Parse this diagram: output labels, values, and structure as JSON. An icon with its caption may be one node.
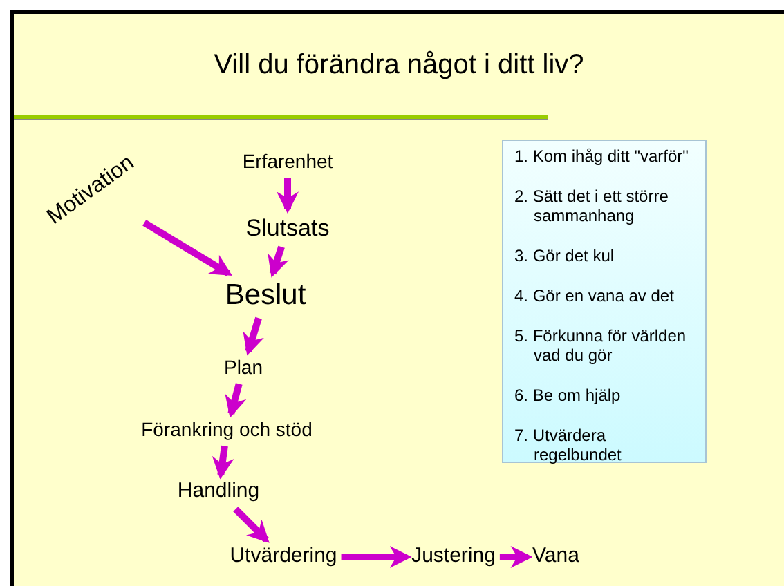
{
  "diagram": {
    "title": "Vill du förändra något i ditt liv?",
    "nodes": [
      {
        "text": [
          "Erfarenhet"
        ]
      },
      {
        "text": [
          "Motivation"
        ]
      },
      {
        "text": [
          "Slutsats"
        ]
      },
      {
        "text": [
          "Beslut"
        ]
      },
      {
        "text": [
          "Plan"
        ]
      },
      {
        "text": [
          "Förankring och stöd"
        ]
      },
      {
        "text": [
          "Handling"
        ]
      },
      {
        "text": [
          "Utvärdering"
        ]
      },
      {
        "text": [
          "Justering"
        ]
      },
      {
        "text": [
          "Vana"
        ]
      },
      {
        "text": [
          "1. Kom ihåg ditt \"varför\"",
          "2. Sätt det i ett större sammanhang",
          "3. Gör det kul",
          "4. Gör en vana av det",
          "5. Förkunna för världen vad du gör",
          "6. Be om hjälp",
          "7. Utvärdera regelbundet"
        ]
      }
    ],
    "edges": [
      {
        "from": 0,
        "to": 2,
        "arrow": "to"
      },
      {
        "from": 1,
        "to": 3,
        "arrow": "to"
      },
      {
        "from": 2,
        "to": 3,
        "arrow": "to"
      },
      {
        "from": 3,
        "to": 4,
        "arrow": "to"
      },
      {
        "from": 4,
        "to": 5,
        "arrow": "to"
      },
      {
        "from": 5,
        "to": 6,
        "arrow": "to"
      },
      {
        "from": 6,
        "to": 7,
        "arrow": "to"
      },
      {
        "from": 7,
        "to": 8,
        "arrow": "to"
      },
      {
        "from": 8,
        "to": 9,
        "arrow": "to"
      }
    ]
  }
}
